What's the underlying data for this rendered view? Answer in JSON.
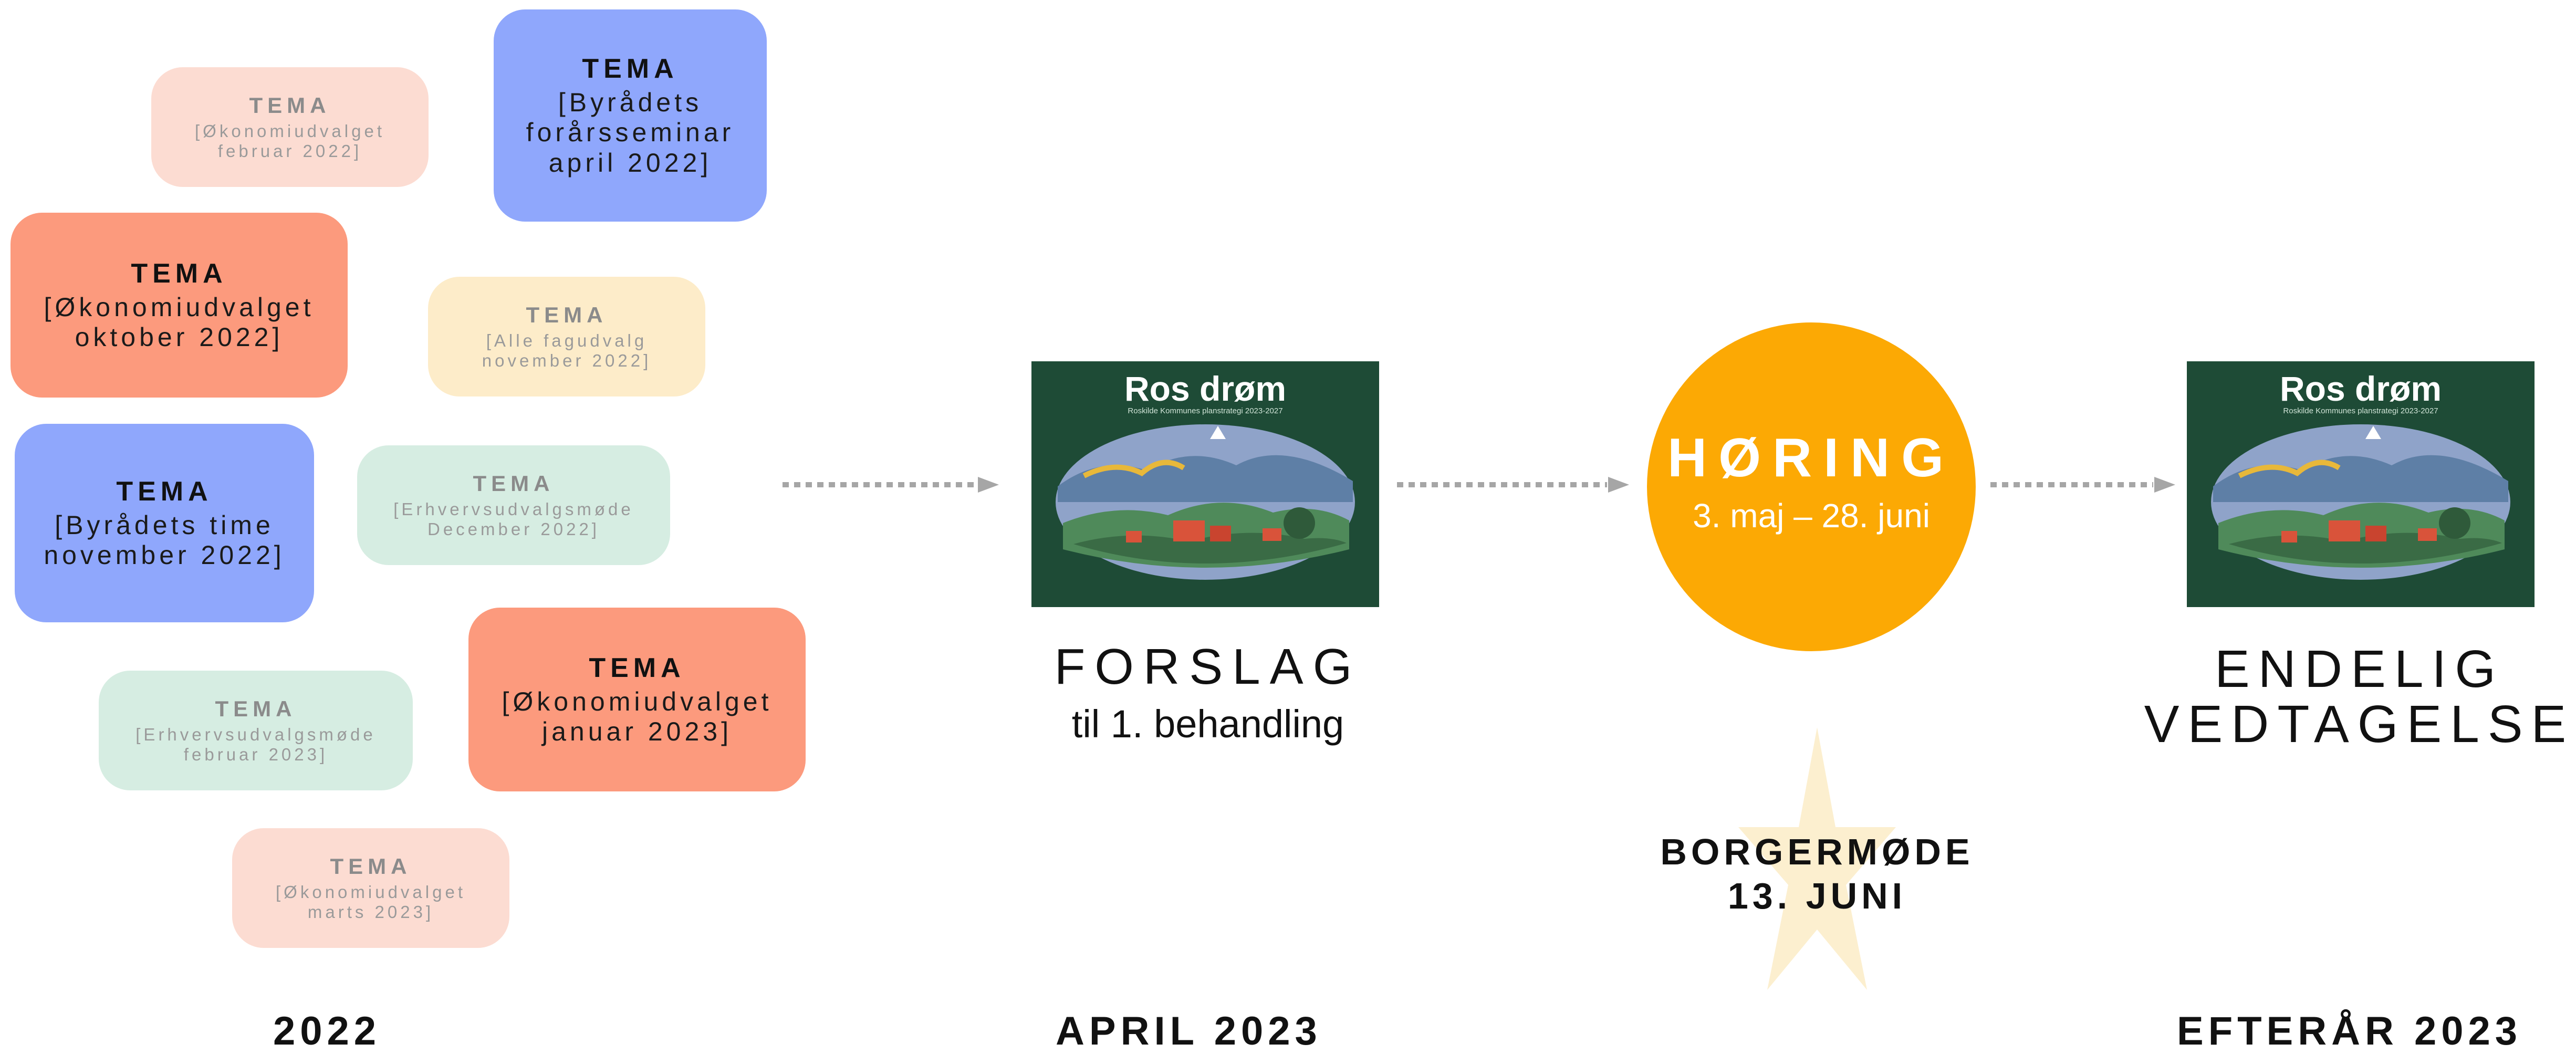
{
  "tema_boxes": [
    {
      "title": "TEMA",
      "text": "[Økonomiudvalget\nfebruar 2022]",
      "color": "#fcdcd2"
    },
    {
      "title": "TEMA",
      "text": "[Byrådets\nforårsseminar\napril 2022]",
      "color": "#8fa7fc"
    },
    {
      "title": "TEMA",
      "text": "[Økonomiudvalget\noktober 2022]",
      "color": "#fc9a7d"
    },
    {
      "title": "TEMA",
      "text": "[Alle fagudvalg\nnovember 2022]",
      "color": "#fdecc9"
    },
    {
      "title": "TEMA",
      "text": "[Byrådets time\nnovember 2022]",
      "color": "#8fa7fc"
    },
    {
      "title": "TEMA",
      "text": "[Erhvervsudvalgsmøde\nDecember 2022]",
      "color": "#d6ede2"
    },
    {
      "title": "TEMA",
      "text": "[Erhvervsudvalgsmøde\nfebruar 2023]",
      "color": "#d6ede2"
    },
    {
      "title": "TEMA",
      "text": "[Økonomiudvalget\njanuar 2023]",
      "color": "#fc9a7d"
    },
    {
      "title": "TEMA",
      "text": "[Økonomiudvalget\nmarts 2023]",
      "color": "#fcdcd2"
    }
  ],
  "poster": {
    "title": "Ros drøm",
    "subtitle": "Roskilde Kommunes planstrategi 2023-2027",
    "background": "#1e4b36"
  },
  "forslag": {
    "title": "FORSLAG",
    "subtitle": "til 1. behandling"
  },
  "horing": {
    "title": "HØRING",
    "dates": "3. maj – 28. juni",
    "color": "#fca904"
  },
  "borgermode": {
    "line1": "BORGERMØDE",
    "line2": "13. JUNI",
    "star_color": "#fcefcf"
  },
  "endelig": {
    "line1": "ENDELIG",
    "line2": "VEDTAGELSE"
  },
  "years": {
    "left": "2022",
    "mid": "APRIL 2023",
    "right": "EFTERÅR 2023"
  },
  "arrow_color": "#a6a6a6"
}
